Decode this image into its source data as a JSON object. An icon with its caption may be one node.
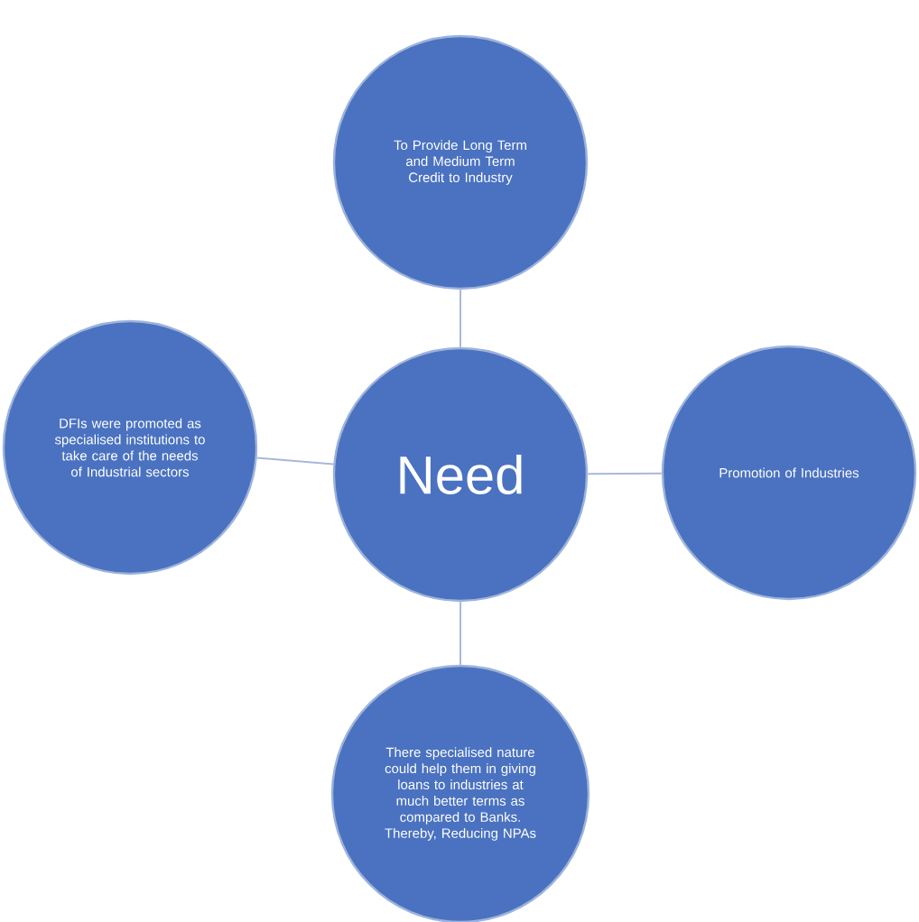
{
  "diagram": {
    "nodes": [
      {
        "text": [
          "To Provide Long Term and Medium Term Credit to Industry"
        ]
      },
      {
        "text": [
          "DFIs were promoted as specialised institutions to take care of the needs of Industrial sectors"
        ]
      },
      {
        "text": [
          "Need"
        ]
      },
      {
        "text": [
          "Promotion of Industries"
        ]
      },
      {
        "text": [
          "There specialised nature could help them in giving loans to industries at much better terms as compared to Banks. Thereby, Reducing NPAs"
        ]
      }
    ],
    "edges": [
      {
        "from": 2,
        "to": 0,
        "arrow": "none"
      },
      {
        "from": 2,
        "to": 1,
        "arrow": "none"
      },
      {
        "from": 2,
        "to": 3,
        "arrow": "none"
      },
      {
        "from": 2,
        "to": 4,
        "arrow": "none"
      }
    ]
  }
}
